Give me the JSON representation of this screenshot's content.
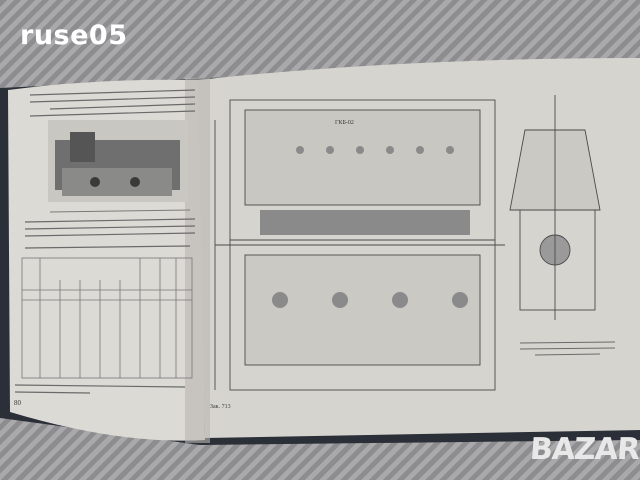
{
  "watermark": "ruse05",
  "logo": "BAZAR",
  "left_page": {
    "page_number": "80"
  },
  "right_page": {
    "drawing_label": "ГКБ-02",
    "footer_note": "Зак. 713"
  },
  "colors": {
    "paper_left": "#dcdad5",
    "paper_right": "#d6d4cf",
    "cover": "#2b2f38",
    "background": "#9b9b9d"
  }
}
